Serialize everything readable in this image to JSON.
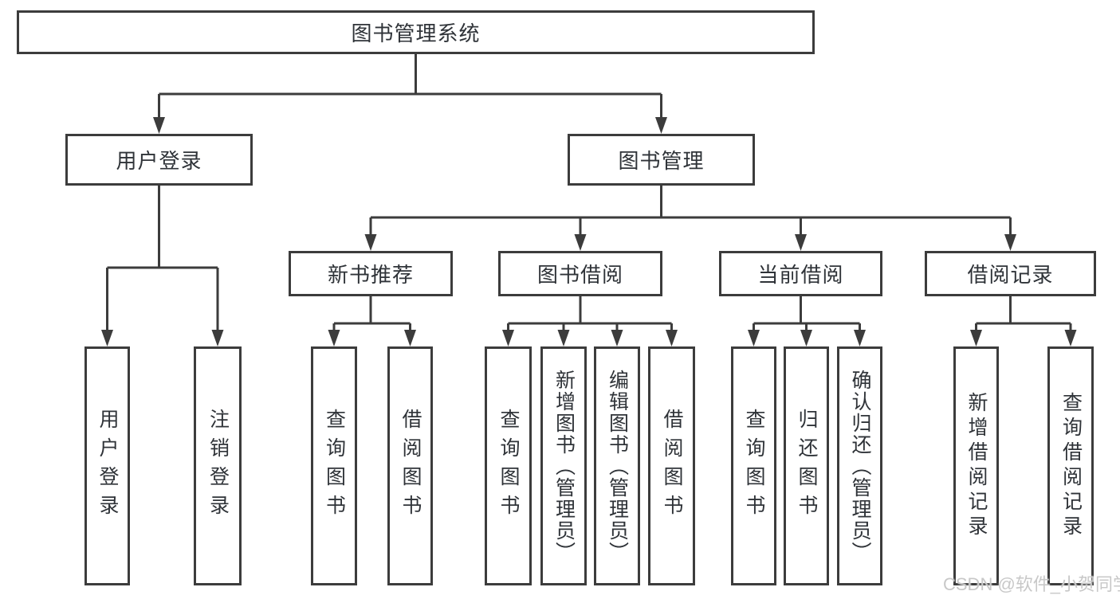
{
  "diagram": {
    "type": "tree",
    "root": {
      "label": "图书管理系统",
      "children": [
        {
          "label": "用户登录",
          "children": [
            {
              "label": "用户登录"
            },
            {
              "label": "注销登录"
            }
          ]
        },
        {
          "label": "图书管理",
          "children": [
            {
              "label": "新书推荐",
              "children": [
                {
                  "label": "查询图书"
                },
                {
                  "label": "借阅图书"
                }
              ]
            },
            {
              "label": "图书借阅",
              "children": [
                {
                  "label": "查询图书"
                },
                {
                  "label": "新增图书（管理员）"
                },
                {
                  "label": "编辑图书（管理员）"
                },
                {
                  "label": "借阅图书"
                }
              ]
            },
            {
              "label": "当前借阅",
              "children": [
                {
                  "label": "查询图书"
                },
                {
                  "label": "归还图书"
                },
                {
                  "label": "确认归还（管理员）"
                }
              ]
            },
            {
              "label": "借阅记录",
              "children": [
                {
                  "label": "新增借阅记录"
                },
                {
                  "label": "查询借阅记录"
                }
              ]
            }
          ]
        }
      ]
    }
  },
  "watermark": {
    "text": "CSDN @软件_小贺同学"
  },
  "colors": {
    "line": "#3c3c3c",
    "border": "#3c3c3c",
    "text": "#2f3338",
    "background": "#ffffff",
    "watermark": "#c8c8c8"
  }
}
